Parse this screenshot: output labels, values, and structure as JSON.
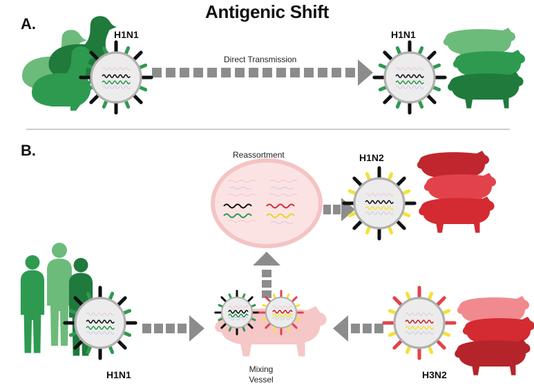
{
  "title": "Antigenic Shift",
  "panel_a": {
    "label": "A.",
    "source_strain": "H1N1",
    "target_strain": "H1N1",
    "arrow_label": "Direct Transmission"
  },
  "panel_b": {
    "label": "B.",
    "reassortment_label": "Reassortment",
    "result_strain": "H1N2",
    "human_strain": "H1N1",
    "swine_strain": "H3N2",
    "mixing_vessel_line1": "Mixing",
    "mixing_vessel_line2": "Vessel"
  },
  "colors": {
    "green_dark": "#1f7a3c",
    "green_mid": "#2e9a50",
    "green_light": "#6dbb7a",
    "red_dark": "#c0262e",
    "red_mid": "#e2434a",
    "red_light": "#f08a8e",
    "pink_pig": "#f6c7c7",
    "yellow_spike": "#f3e23a",
    "arrow_gray": "#8c8c8c",
    "virion_fill": "#ececec"
  }
}
